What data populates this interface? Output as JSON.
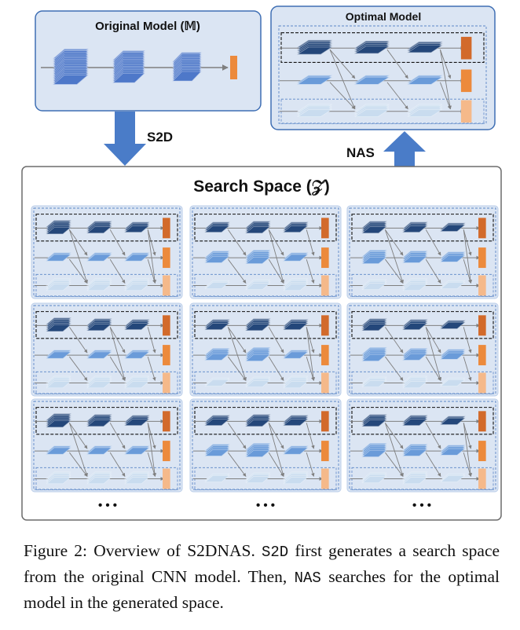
{
  "diagram": {
    "original_model_title": "Original Model (𝕄)",
    "optimal_model_title": "Optimal Model",
    "search_space_title": "Search Space (𝒵)",
    "s2d_label": "S2D",
    "nas_label": "NAS",
    "ellipsis": "• • •"
  },
  "caption": {
    "figure_label": "Figure 2:",
    "text_1": "Overview of S2DNAS.",
    "code_1": "S2D",
    "text_2": "first generates a search space from the original CNN model. Then,",
    "code_2": "NAS",
    "text_3": "searches for the optimal model in the generated space."
  },
  "colors": {
    "panel_bg": "#dbe5f3",
    "panel_border": "#3f6fb4",
    "arrow_blue": "#4a7cc8",
    "dark_block": "#24477a",
    "mid_block": "#6a9bd9",
    "light_block": "#c9dcef",
    "orange_dark": "#d26a2b",
    "orange_mid": "#ec8a3c",
    "orange_light": "#f5b98a"
  }
}
